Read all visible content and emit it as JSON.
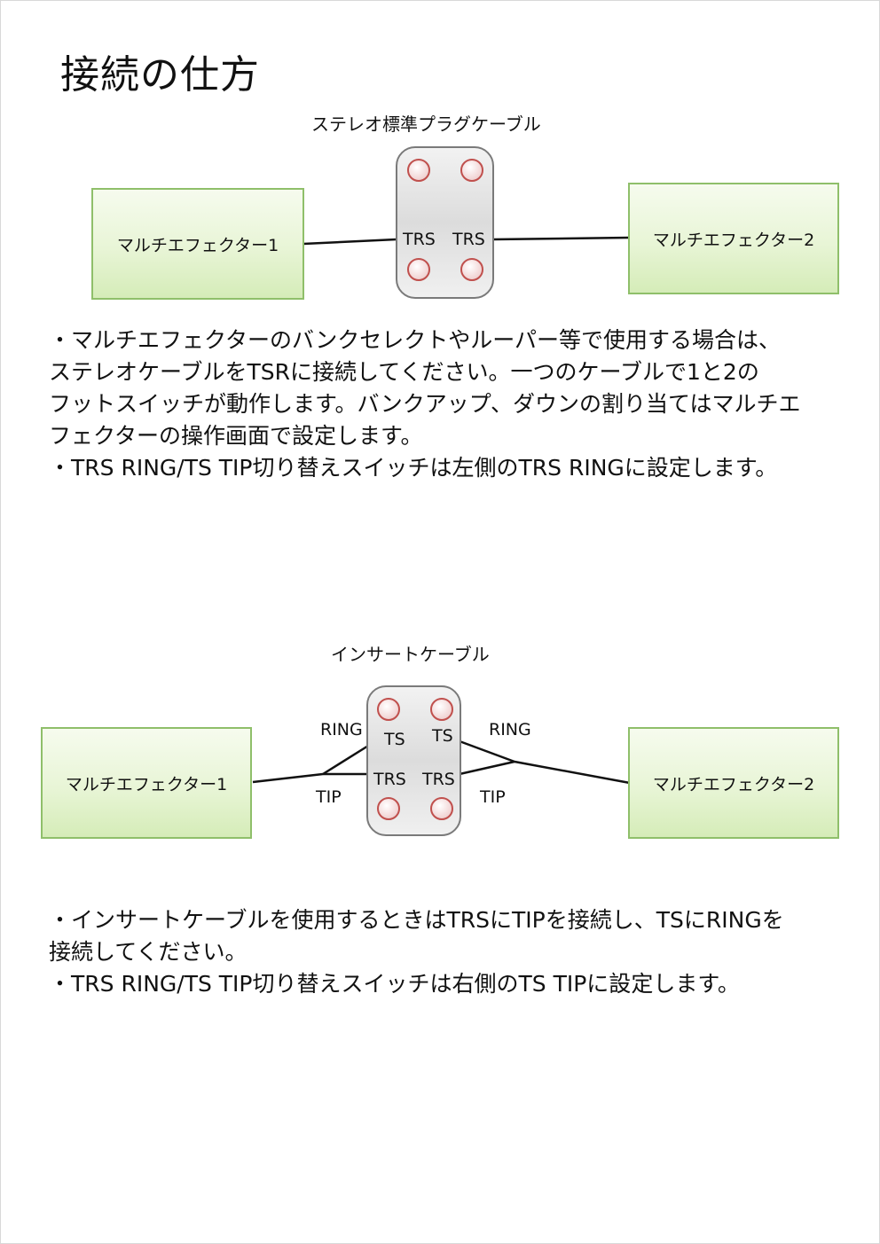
{
  "title": "接続の仕方",
  "diagram1": {
    "cable_label": "ステレオ標準プラグケーブル",
    "unit_left": "マルチエフェクター1",
    "unit_right": "マルチエフェクター2",
    "jack_left": "TRS",
    "jack_right": "TRS"
  },
  "notes1": "・マルチエフェクターのバンクセレクトやルーパー等で使用する場合は、\nステレオケーブルをTSRに接続してください。一つのケーブルで1と2の\nフットスイッチが動作します。バンクアップ、ダウンの割り当てはマルチエ\nフェクターの操作画面で設定します。\n・TRS RING/TS TIP切り替えスイッチは左側のTRS RINGに設定します。",
  "diagram2": {
    "cable_label": "インサートケーブル",
    "unit_left": "マルチエフェクター1",
    "unit_right": "マルチエフェクター2",
    "jack_ts_left": "TS",
    "jack_ts_right": "TS",
    "jack_trs_left": "TRS",
    "jack_trs_right": "TRS",
    "wire_ring_left": "RING",
    "wire_ring_right": "RING",
    "wire_tip_left": "TIP",
    "wire_tip_right": "TIP"
  },
  "notes2": "・インサートケーブルを使用するときはTRSにTIPを接続し、TSにRINGを\n接続してください。\n・TRS RING/TS TIP切り替えスイッチは右側のTS TIPに設定します。",
  "colors": {
    "unit_border": "#8fbf6a",
    "unit_fill": "#e8f5d6",
    "jack_ring": "#c0504d",
    "panel_border": "#7a7a7a"
  }
}
